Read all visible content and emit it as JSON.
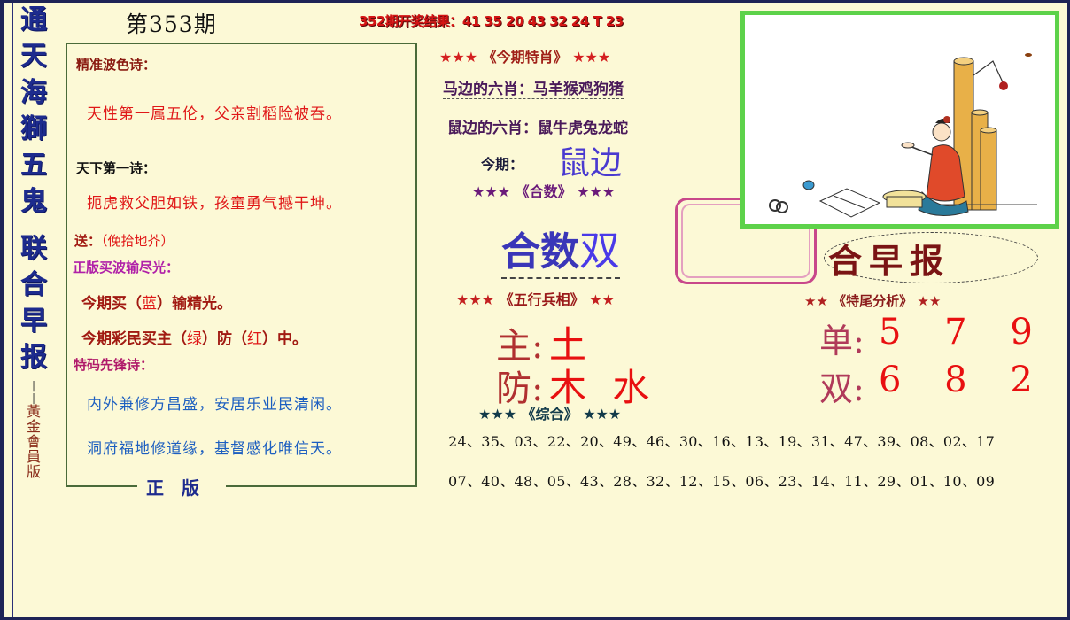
{
  "side_title": {
    "chars": [
      "通",
      "天",
      "海",
      "獅",
      "五",
      "鬼",
      "联",
      "合",
      "早",
      "报"
    ],
    "edition_chars": [
      "黃",
      "金",
      "會",
      "員",
      "版"
    ]
  },
  "header": {
    "issue": "第353期",
    "results_label": "352期开奖结果：",
    "results_numbers": "41 35 20 43 32 24 T 23"
  },
  "left_box": {
    "poem1_heading": "精准波色诗：",
    "poem1_text": "天性第一属五伦，父亲割稻险被吞。",
    "poem2_heading": "天下第一诗：",
    "poem2_text": "扼虎救父胆如铁，孩童勇气撼干坤。",
    "gift_label": "送：",
    "gift_value": "（俛拾地芥）",
    "wave_heading": "正版买波输尽光：",
    "wave_line1_a": "今期买（",
    "wave_line1_color": "蓝",
    "wave_line1_b": "）输精光。",
    "wave_line2_a": "今期彩民买主（",
    "wave_line2_main": "绿",
    "wave_line2_b": "）防（",
    "wave_line2_guard": "红",
    "wave_line2_c": "）中。",
    "poem3_heading": "特码先锋诗：",
    "poem3_line1": "内外兼修方昌盛，安居乐业民清闲。",
    "poem3_line2": "洞府福地修道缘，基督感化唯信天。",
    "footer_text": "正版"
  },
  "special_zodiac": {
    "heading_stars_left": "★★★",
    "heading": "《今期特肖》",
    "heading_stars_right": "★★★",
    "horse_side_label": "马边的六肖：",
    "horse_side_value": "马羊猴鸡狗猪",
    "rat_side_label": "鼠边的六肖：",
    "rat_side_value": "鼠牛虎兔龙蛇",
    "this_period_label": "今期：",
    "this_period_value": "鼠边"
  },
  "sum_section": {
    "heading_stars_left": "★★★",
    "heading": "《合数》",
    "heading_stars_right": "★★★",
    "label": "合数",
    "value": "双"
  },
  "five_elements": {
    "heading_stars_left": "★★★",
    "heading": "《五行兵相》",
    "heading_stars_right": "★★",
    "main_label": "主:",
    "main_value": "土",
    "guard_label": "防:",
    "guard_value": "木 水"
  },
  "tail_analysis": {
    "banner_text": "合早报",
    "heading_stars_left": "★★",
    "heading": "《特尾分析》",
    "heading_stars_right": "★★",
    "odd_label": "单:",
    "odd_value": "5 7 9",
    "even_label": "双:",
    "even_value": "6 8 2"
  },
  "combined": {
    "heading_stars_left": "★★★",
    "heading": "《综合》",
    "heading_stars_right": "★★★",
    "row1": "24、35、03、22、20、49、46、30、16、13、19、31、47、39、08、02、17",
    "row2": "07、40、48、05、43、28、32、12、15、06、23、14、11、29、01、10、09"
  },
  "illustration": {
    "description": "scholar-figure-seated-by-scrolls"
  },
  "colors": {
    "background": "#fcf9d6",
    "frame": "#1e2456",
    "title_blue": "#1d2b8e",
    "accent_red": "#e81010",
    "picture_border": "#5dd24a",
    "pink_box": "#c8488a"
  }
}
